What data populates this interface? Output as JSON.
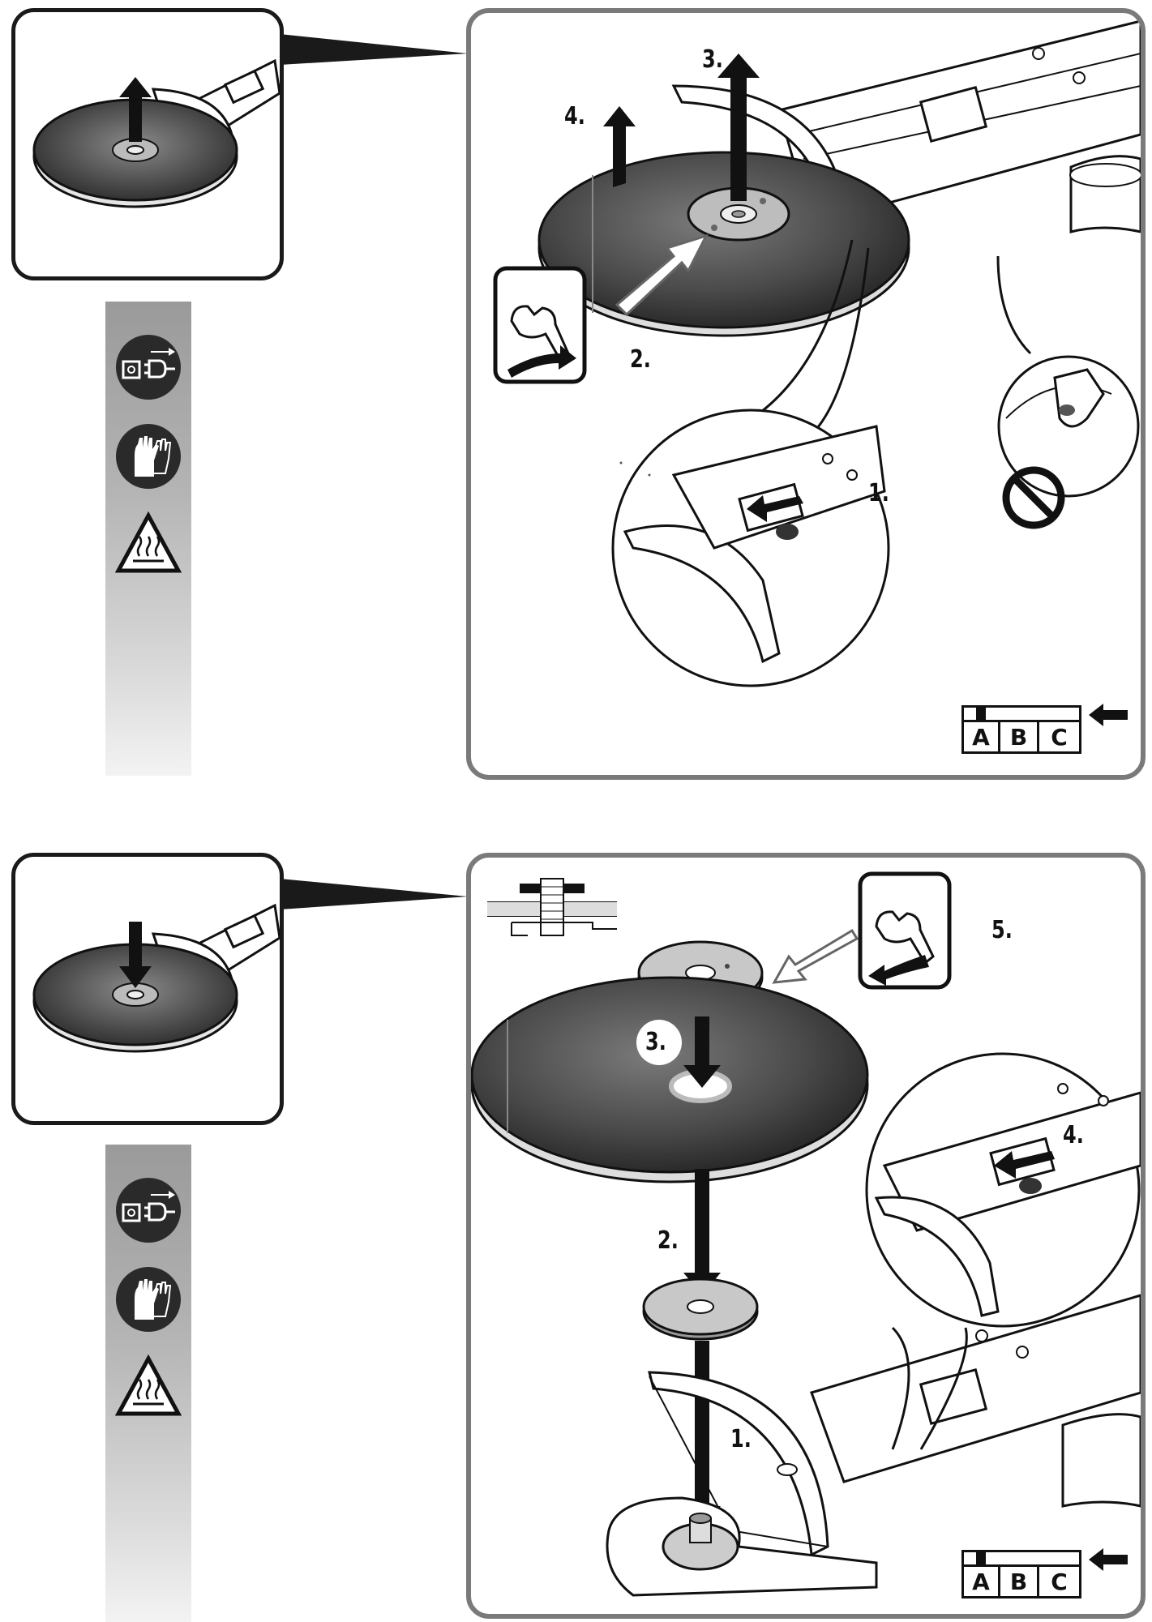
{
  "panel_top": {
    "steps": {
      "s1": "1.",
      "s2": "2.",
      "s3": "3.",
      "s4": "4."
    },
    "side_icons": [
      "plug-disconnect-icon",
      "gloves-icon",
      "hot-surface-warning-icon"
    ],
    "mode_selector": {
      "a": "A",
      "b": "B",
      "c": "C"
    }
  },
  "panel_bottom": {
    "steps": {
      "s1": "1.",
      "s2": "2.",
      "s3": "3.",
      "s4": "4.",
      "s5": "5."
    },
    "side_icons": [
      "plug-disconnect-icon",
      "gloves-icon",
      "hot-surface-warning-icon"
    ],
    "mode_selector": {
      "a": "A",
      "b": "B",
      "c": "C"
    }
  },
  "colors": {
    "frame": "#7a7a7a",
    "thumb_frame": "#1a1a1a",
    "disc_dark": "#2e2e2e",
    "disc_mid": "#6e6e6e"
  }
}
